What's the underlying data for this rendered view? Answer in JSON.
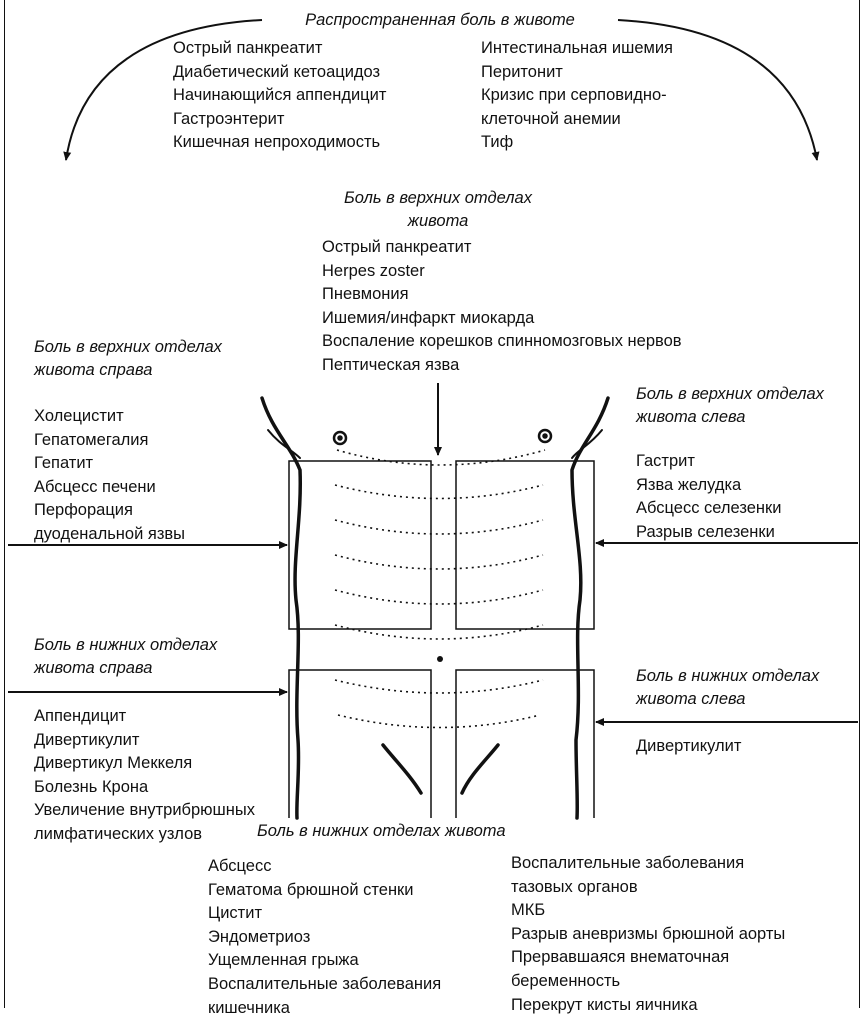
{
  "general": {
    "title": "Распространенная боль в животе",
    "left_items": [
      "Острый панкреатит",
      "Диабетический кетоацидоз",
      "Начинающийся аппендицит",
      "Гастроэнтерит",
      "Кишечная непроходимость"
    ],
    "right_items": [
      "Интестинальная ишемия",
      "Перитонит",
      "Кризис при серповидно-",
      "клеточной анемии",
      "Тиф"
    ]
  },
  "upper": {
    "title_line1": "Боль в верхних отделах",
    "title_line2": "живота",
    "items": [
      "Острый панкреатит",
      "Herpes zoster",
      "Пневмония",
      "Ишемия/инфаркт миокарда",
      "Воспаление корешков спинномозговых нервов",
      "Пептическая язва"
    ]
  },
  "upper_right": {
    "title_line1": "Боль в верхних отделах",
    "title_line2": "живота справа",
    "items": [
      "Холецистит",
      "Гепатомегалия",
      "Гепатит",
      "Абсцесс печени",
      "Перфорация",
      "дуоденальной язвы"
    ]
  },
  "upper_left": {
    "title_line1": "Боль в верхних отделах",
    "title_line2": "живота слева",
    "items": [
      "Гастрит",
      "Язва желудка",
      "Абсцесс селезенки",
      "Разрыв селезенки"
    ]
  },
  "lower_right": {
    "title_line1": "Боль в нижних отделах",
    "title_line2": "живота справа",
    "items": [
      "Аппендицит",
      "Дивертикулит",
      "Дивертикул Меккеля",
      "Болезнь Крона",
      "Увеличение внутрибрюшных",
      "лимфатических узлов"
    ]
  },
  "lower_left": {
    "title_line1": "Боль в нижних отделах",
    "title_line2": "живота слева",
    "items": [
      "Дивертикулит"
    ]
  },
  "lower": {
    "title": "Боль в нижних отделах живота",
    "left_items": [
      "Абсцесс",
      "Гематома брюшной стенки",
      "Цистит",
      "Эндометриоз",
      "Ущемленная грыжа",
      "Воспалительные заболевания",
      "кишечника"
    ],
    "right_items": [
      "Воспалительные заболевания",
      "тазовых органов",
      "МКБ",
      "Разрыв аневризмы брюшной аорты",
      "Прервавшаяся внематочная",
      "беременность",
      "Перекрут кисты яичника"
    ]
  }
}
